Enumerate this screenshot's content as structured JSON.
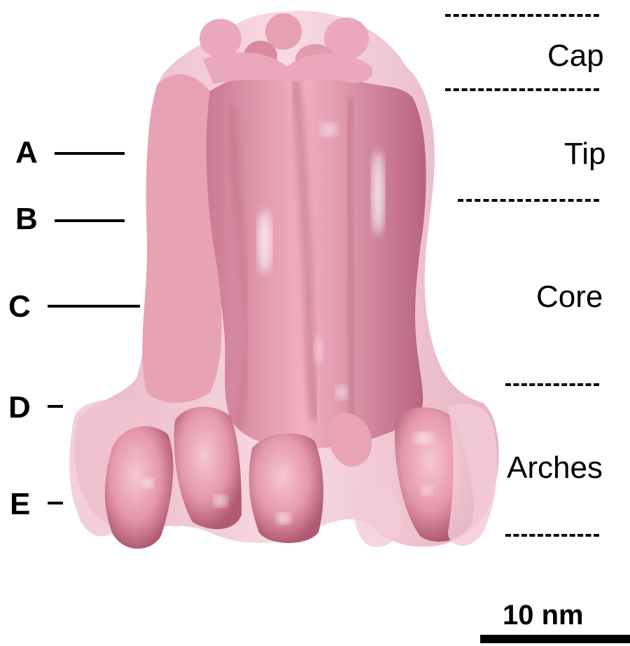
{
  "slices": [
    {
      "label": "A"
    },
    {
      "label": "B"
    },
    {
      "label": "C"
    },
    {
      "label": "D"
    },
    {
      "label": "E"
    }
  ],
  "regions": [
    {
      "label": "Cap"
    },
    {
      "label": "Tip"
    },
    {
      "label": "Core"
    },
    {
      "label": "Arches"
    }
  ],
  "scale_bar": {
    "label": "10 nm"
  },
  "colors": {
    "density_main": "#e8a3b6",
    "density_back": "#f3cdd8",
    "density_shadow": "#b7607a",
    "density_highlight": "#ffffff"
  }
}
